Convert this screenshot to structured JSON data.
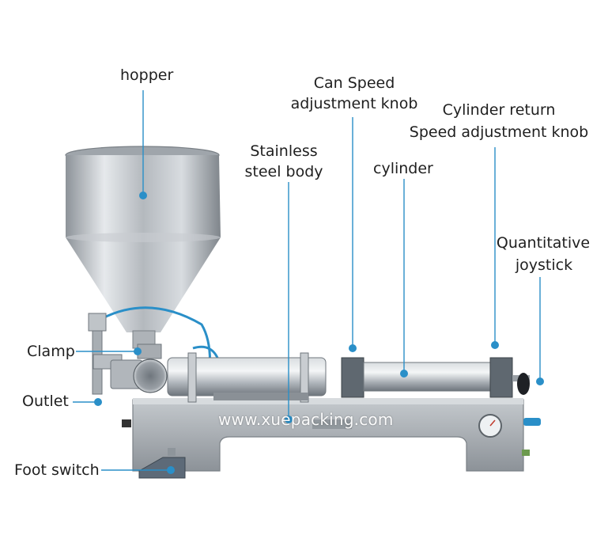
{
  "labels": {
    "hopper": "hopper",
    "can_speed_line1": "Can Speed",
    "can_speed_line2": "adjustment knob",
    "cylinder_return_line1": "Cylinder return",
    "cylinder_return_line2": "Speed adjustment knob",
    "stainless_line1": "Stainless",
    "stainless_line2": "steel body",
    "cylinder": "cylinder",
    "quantitative_line1": "Quantitative",
    "quantitative_line2": "joystick",
    "clamp": "Clamp",
    "outlet": "Outlet",
    "foot_switch": "Foot switch"
  },
  "watermark": "www.xuepacking.com",
  "colors": {
    "callout": "#2a8fc8",
    "steel": "#b9bec3",
    "steel_dark": "#7d848b",
    "text": "#1f1f1f"
  }
}
